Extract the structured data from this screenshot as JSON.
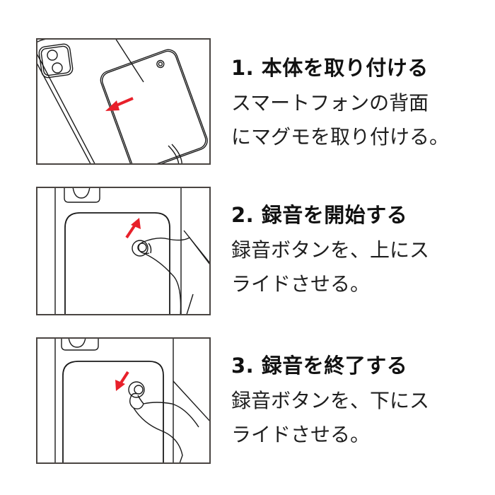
{
  "colors": {
    "arrow": "#e8202a",
    "line": "#1a1a1a",
    "frame": "#4a4542"
  },
  "steps": [
    {
      "title": "1. 本体を取り付ける",
      "desc_line1": "スマートフォンの背面",
      "desc_line2": "にマグモを取り付ける。",
      "illustration": "attach-device-to-phone",
      "arrow_direction": "down-left"
    },
    {
      "title": "2. 録音を開始する",
      "desc_line1": "録音ボタンを、上にス",
      "desc_line2": "ライドさせる。",
      "illustration": "slide-button-up",
      "arrow_direction": "up-right"
    },
    {
      "title": "3. 録音を終了する",
      "desc_line1": "録音ボタンを、下にス",
      "desc_line2": "ライドさせる。",
      "illustration": "slide-button-down",
      "arrow_direction": "down-left"
    }
  ]
}
